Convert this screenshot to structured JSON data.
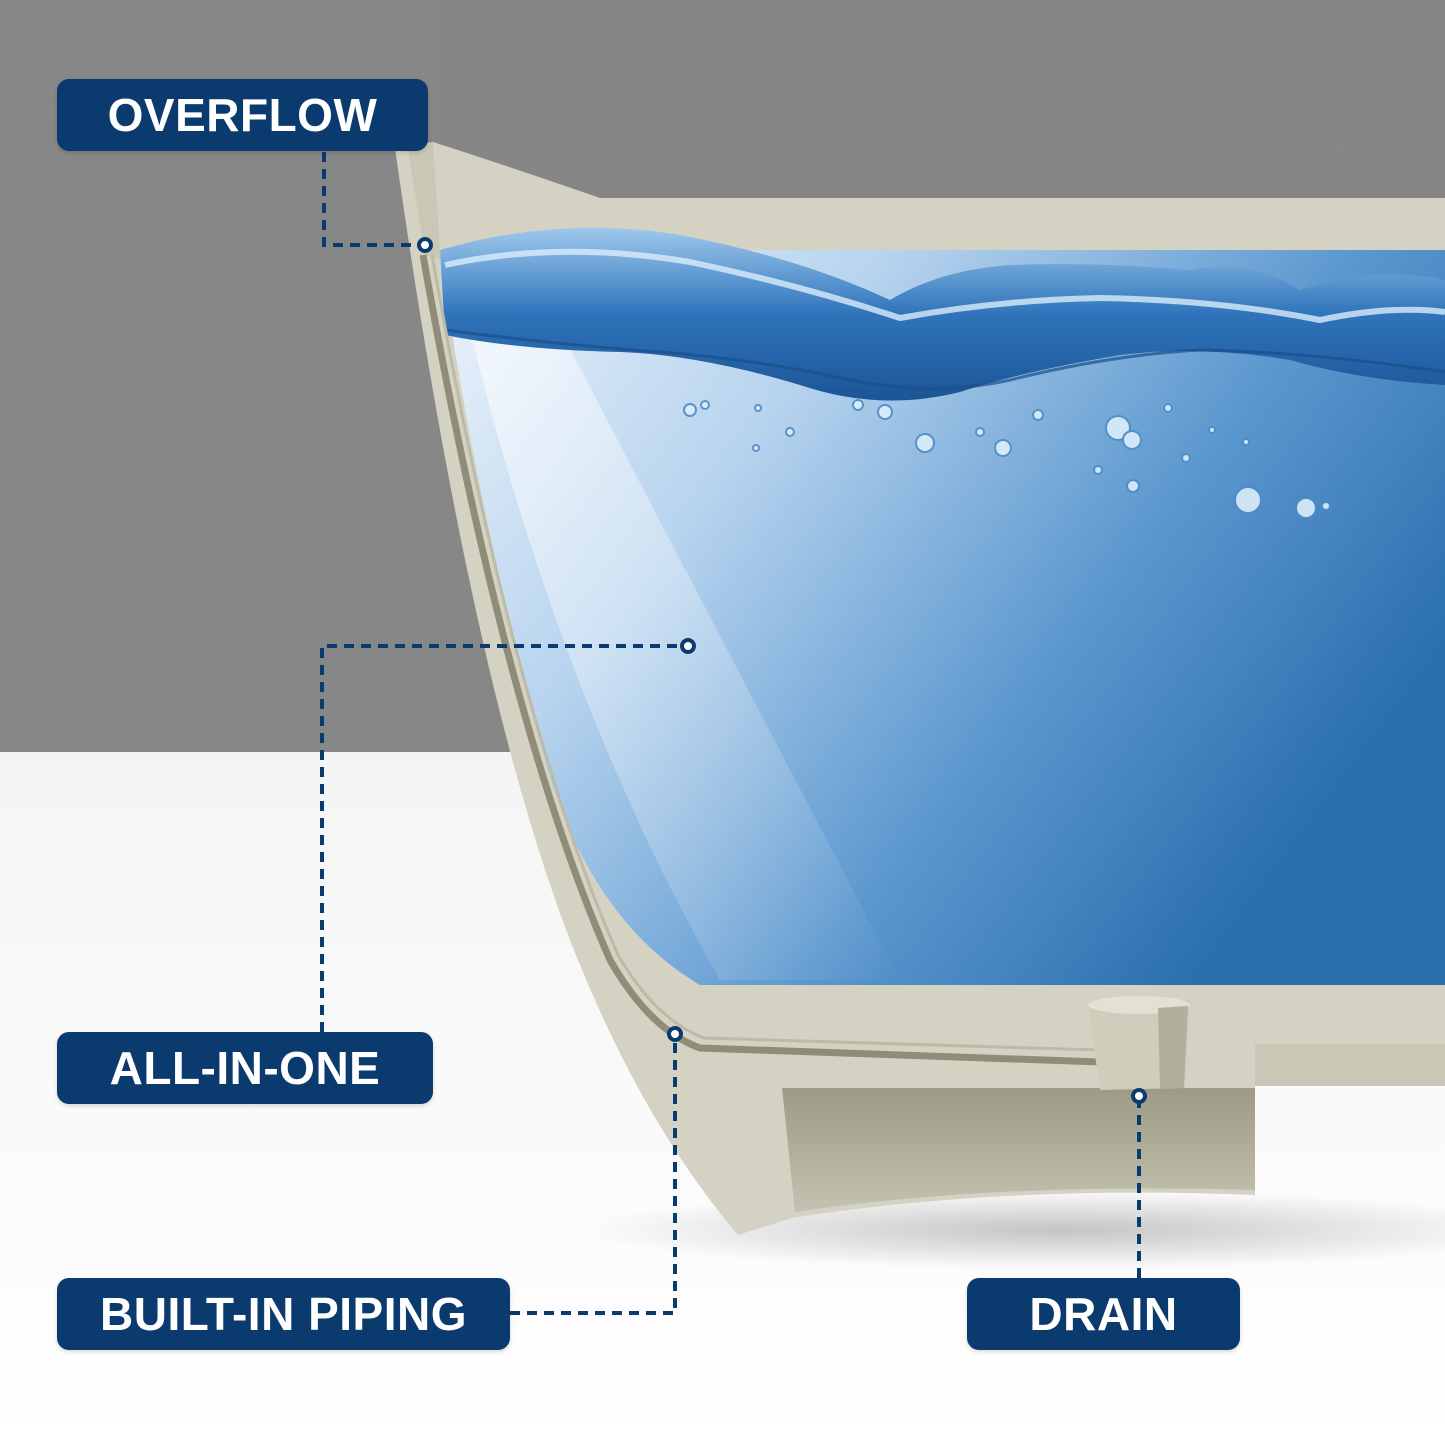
{
  "colors": {
    "wall": "#8d8d8d",
    "floor": "#f3f3f3",
    "tub_body": "#d4d3c3",
    "tub_shadow": "#a9a793",
    "water_light": "#e8f1fa",
    "water_deep": "#2e74b4",
    "label_background": "#0b3a6e",
    "label_text": "#ffffff",
    "leader_line": "#0b3a6e"
  },
  "callouts": {
    "overflow": "OVERFLOW",
    "all_in_one": "ALL-IN-ONE",
    "built_in_piping": "BUILT-IN PIPING",
    "drain": "DRAIN"
  }
}
